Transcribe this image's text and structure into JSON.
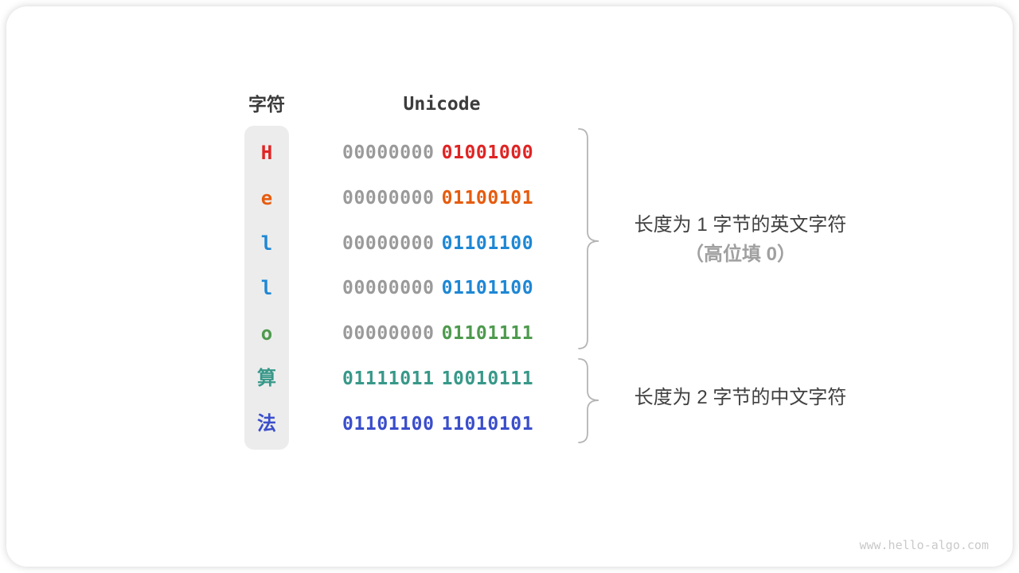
{
  "headers": {
    "character": "字符",
    "unicode": "Unicode"
  },
  "table": {
    "rows": [
      {
        "char": "H",
        "char_color": "#e02424",
        "high_byte": "00000000",
        "high_color": "#9a9a9a",
        "low_byte": "01001000",
        "low_color": "#e02424"
      },
      {
        "char": "e",
        "char_color": "#e65c0e",
        "high_byte": "00000000",
        "high_color": "#9a9a9a",
        "low_byte": "01100101",
        "low_color": "#e65c0e"
      },
      {
        "char": "l",
        "char_color": "#1e87d5",
        "high_byte": "00000000",
        "high_color": "#9a9a9a",
        "low_byte": "01101100",
        "low_color": "#1e87d5"
      },
      {
        "char": "l",
        "char_color": "#1e87d5",
        "high_byte": "00000000",
        "high_color": "#9a9a9a",
        "low_byte": "01101100",
        "low_color": "#1e87d5"
      },
      {
        "char": "o",
        "char_color": "#4e9a4e",
        "high_byte": "00000000",
        "high_color": "#9a9a9a",
        "low_byte": "01101111",
        "low_color": "#4e9a4e"
      },
      {
        "char": "算",
        "char_color": "#389889",
        "high_byte": "01111011",
        "high_color": "#389889",
        "low_byte": "10010111",
        "low_color": "#389889"
      },
      {
        "char": "法",
        "char_color": "#3a4ecb",
        "high_byte": "01101100",
        "high_color": "#3a4ecb",
        "low_byte": "11010101",
        "low_color": "#3a4ecb"
      }
    ]
  },
  "annotations": {
    "english_group": {
      "line1": "长度为 1 字节的英文字符",
      "line2": "（高位填 0）"
    },
    "chinese_group": {
      "line1": "长度为 2 字节的中文字符"
    }
  },
  "watermark": "www.hello-algo.com",
  "colors": {
    "gray_bits": "#9a9a9a",
    "brace": "#b5b5b5",
    "column_bg": "#ececec",
    "heading": "#3c3c3c",
    "annotation_primary": "#404040",
    "annotation_secondary": "#a0a0a0",
    "watermark": "#c9c9c9"
  }
}
